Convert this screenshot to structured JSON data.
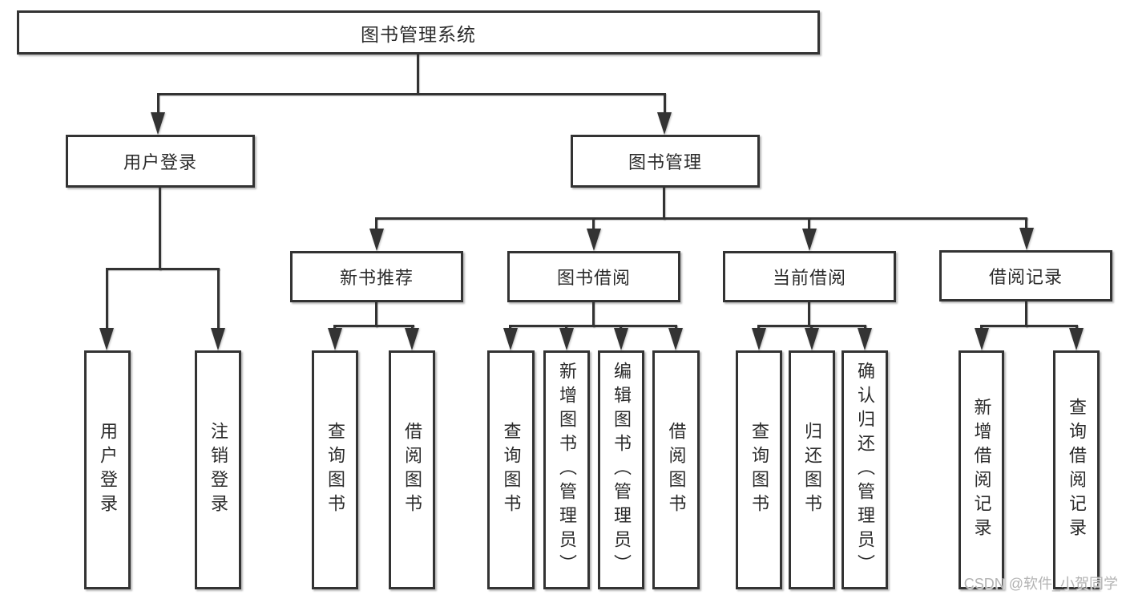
{
  "diagram": {
    "title": "图书管理系统",
    "level2": {
      "login": "用户登录",
      "manage": "图书管理"
    },
    "level3": {
      "recommend": "新书推荐",
      "borrow": "图书借阅",
      "current": "当前借阅",
      "records": "借阅记录"
    },
    "leaves": {
      "login_user": "用户登录",
      "login_logout": "注销登录",
      "rec_query": "查询图书",
      "rec_borrow": "借阅图书",
      "bor_query": "查询图书",
      "bor_add": "新增图书（管理员）",
      "bor_edit": "编辑图书（管理员）",
      "bor_borrow": "借阅图书",
      "cur_query": "查询图书",
      "cur_return": "归还图书",
      "cur_confirm": "确认归还（管理员）",
      "hist_add": "新增借阅记录",
      "hist_query": "查询借阅记录"
    }
  },
  "watermark": "CSDN @软件_小贺同学",
  "colors": {
    "line": "#333333",
    "box_fill": "#ffffff",
    "text": "#2b2b2b",
    "watermark": "#b3b3b3"
  }
}
